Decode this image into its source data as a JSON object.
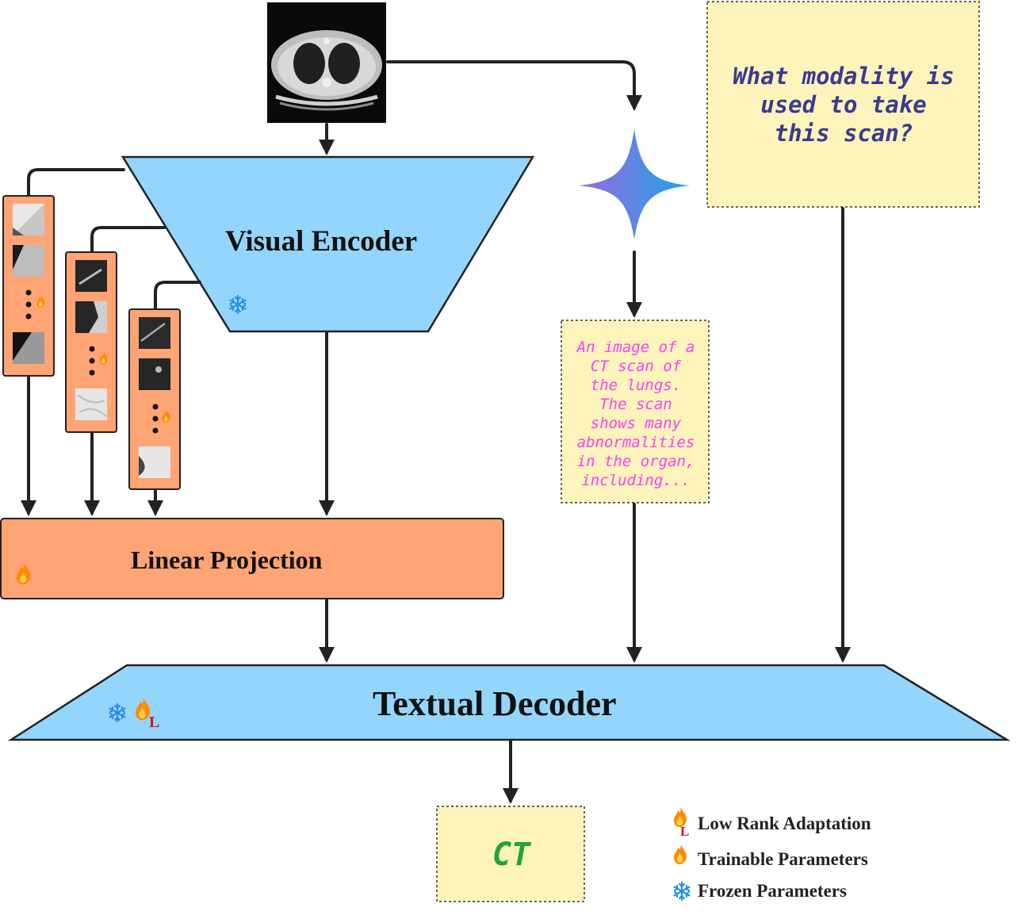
{
  "visual_encoder": {
    "label": "Visual Encoder"
  },
  "linear_projection": {
    "label": "Linear Projection"
  },
  "textual_decoder": {
    "label": "Textual Decoder"
  },
  "question": {
    "text": "What modality is\nused to take\nthis scan?"
  },
  "caption": {
    "text": "An image of a\nCT scan of\nthe lungs.\nThe scan\nshows many\nabnormalities\nin the organ,\nincluding..."
  },
  "answer": {
    "text": "CT"
  },
  "legend": {
    "lora_label": "Low Rank Adaptation",
    "lora_badge": "L",
    "trainable_label": "Trainable Parameters",
    "frozen_label": "Frozen Parameters"
  },
  "icons": {
    "fire": "fire-icon",
    "snowflake": "snowflake-icon",
    "sparkle": "sparkle-star-icon",
    "scan": "ct-scan-image"
  },
  "colors": {
    "encoder_fill": "#94d6fb",
    "projection_fill": "#ffa474",
    "note_fill": "#fdf4bc",
    "question_text": "#3b3b8f",
    "caption_text": "#ff3df0",
    "answer_text": "#22a33a",
    "lora_badge": "#e01010"
  }
}
